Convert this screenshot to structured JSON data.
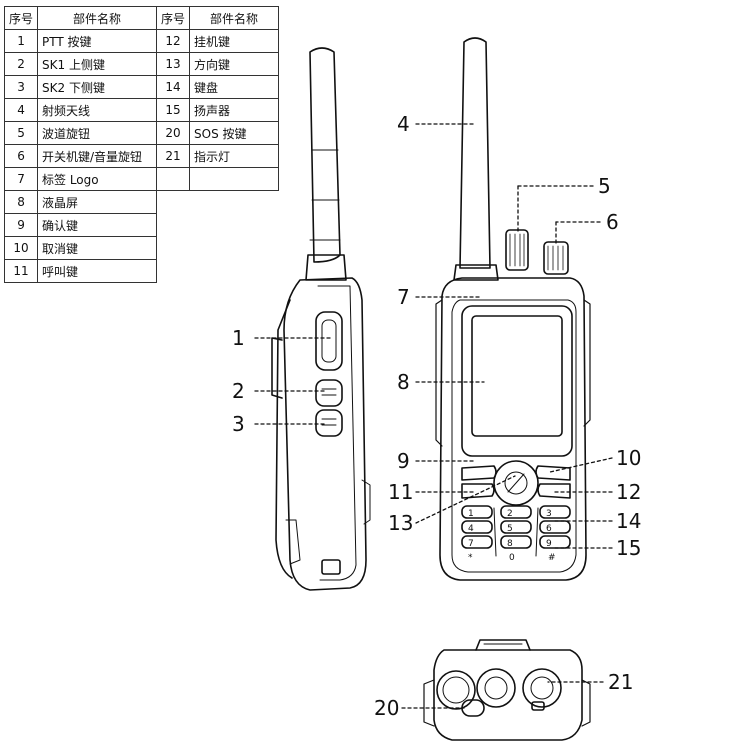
{
  "table": {
    "headers": [
      "序号",
      "部件名称",
      "序号",
      "部件名称"
    ],
    "left_rows": [
      {
        "num": "1",
        "name": "PTT 按键"
      },
      {
        "num": "2",
        "name": "SK1 上侧键"
      },
      {
        "num": "3",
        "name": "SK2 下侧键"
      },
      {
        "num": "4",
        "name": "射频天线"
      },
      {
        "num": "5",
        "name": "波道旋钮"
      },
      {
        "num": "6",
        "name": "开关机键/音量旋钮"
      },
      {
        "num": "7",
        "name": "标签 Logo"
      },
      {
        "num": "8",
        "name": "液晶屏"
      },
      {
        "num": "9",
        "name": "确认键"
      },
      {
        "num": "10",
        "name": "取消键"
      },
      {
        "num": "11",
        "name": "呼叫键"
      }
    ],
    "right_rows": [
      {
        "num": "12",
        "name": "挂机键"
      },
      {
        "num": "13",
        "name": "方向键"
      },
      {
        "num": "14",
        "name": "键盘"
      },
      {
        "num": "15",
        "name": "扬声器"
      },
      {
        "num": "20",
        "name": "SOS 按键"
      },
      {
        "num": "21",
        "name": "指示灯"
      }
    ]
  },
  "callouts": {
    "c1": "1",
    "c2": "2",
    "c3": "3",
    "c4": "4",
    "c5": "5",
    "c6": "6",
    "c7": "7",
    "c8": "8",
    "c9": "9",
    "c10": "10",
    "c11": "11",
    "c12": "12",
    "c13": "13",
    "c14": "14",
    "c15": "15",
    "c20": "20",
    "c21": "21"
  },
  "keypad": {
    "k1": "1",
    "k2": "2",
    "k3": "3",
    "k4": "4",
    "k5": "5",
    "k6": "6",
    "k7": "7",
    "k8": "8",
    "k9": "9",
    "k0": "0",
    "kstar": "*",
    "khash": "#"
  }
}
